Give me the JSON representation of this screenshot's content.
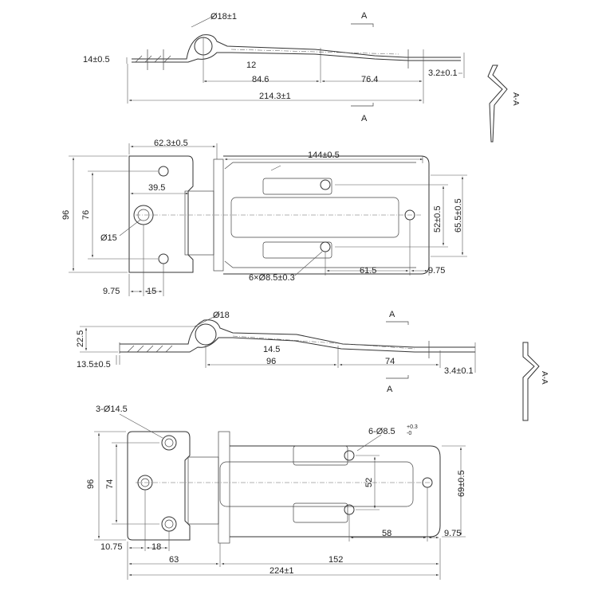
{
  "view1": {
    "dia_hinge": "Ø18±1",
    "section_label_top": "A",
    "section_label_bottom": "A",
    "thickness_left": "14±0.5",
    "offset_small": "12",
    "len_a": "84.6",
    "len_b": "76.4",
    "thickness_right": "3.2±0.1",
    "total_length": "214.3±1"
  },
  "section1": {
    "label": "A-A"
  },
  "view2": {
    "leaf_width": "62.3±0.5",
    "strap_length": "144±0.5",
    "height_total": "96",
    "height_holes": "76",
    "hole_offset": "39.5",
    "dia_pivot": "Ø15",
    "hole_pitch": "52±0.5",
    "strap_height": "65.5±0.5",
    "holes_spec": "6×Ø8.5±0.3",
    "hole_x": "61.5",
    "edge_right": "9.75",
    "edge_left": "9.75",
    "pivot_x": "15"
  },
  "view3": {
    "dia_hinge": "Ø18",
    "section_label_top": "A",
    "section_label_bottom": "A",
    "height": "22.5",
    "offset": "14.5",
    "thickness_left": "13.5±0.5",
    "len_a": "96",
    "len_b": "74",
    "thickness_right": "3.4±0.1"
  },
  "section2": {
    "label": "A-A"
  },
  "view4": {
    "holes_left": "3-Ø14.5",
    "holes_right": "6-Ø8.5",
    "tol_upper": "+0.3",
    "tol_lower": "-0",
    "height_total": "96",
    "height_holes": "74",
    "hole_pitch": "52",
    "strap_height": "69±0.5",
    "edge_left": "10.75",
    "pivot_x": "18",
    "hole_x": "58",
    "edge_right": "9.75",
    "leaf_width": "63",
    "strap_length": "152",
    "total_length": "224±1"
  }
}
